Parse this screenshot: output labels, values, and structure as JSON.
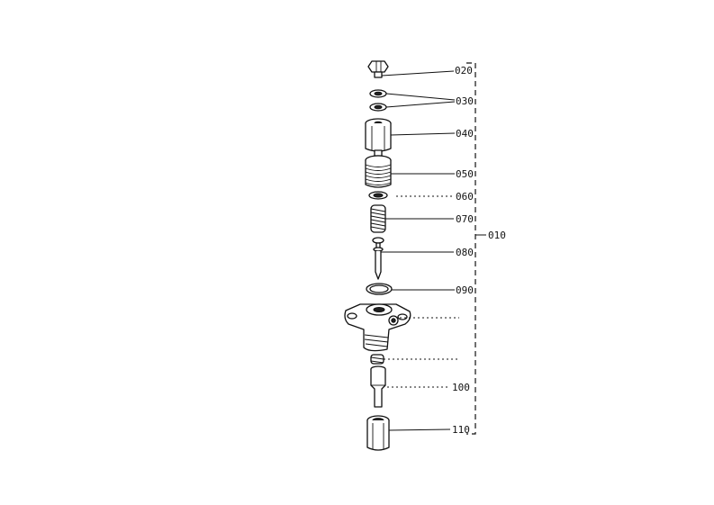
{
  "callouts": {
    "c010": "010",
    "c020": "020",
    "c030": "030",
    "c040": "040",
    "c050": "050",
    "c060": "060",
    "c070": "070",
    "c080": "080",
    "c090": "090",
    "c100": "100",
    "c110": "110"
  }
}
